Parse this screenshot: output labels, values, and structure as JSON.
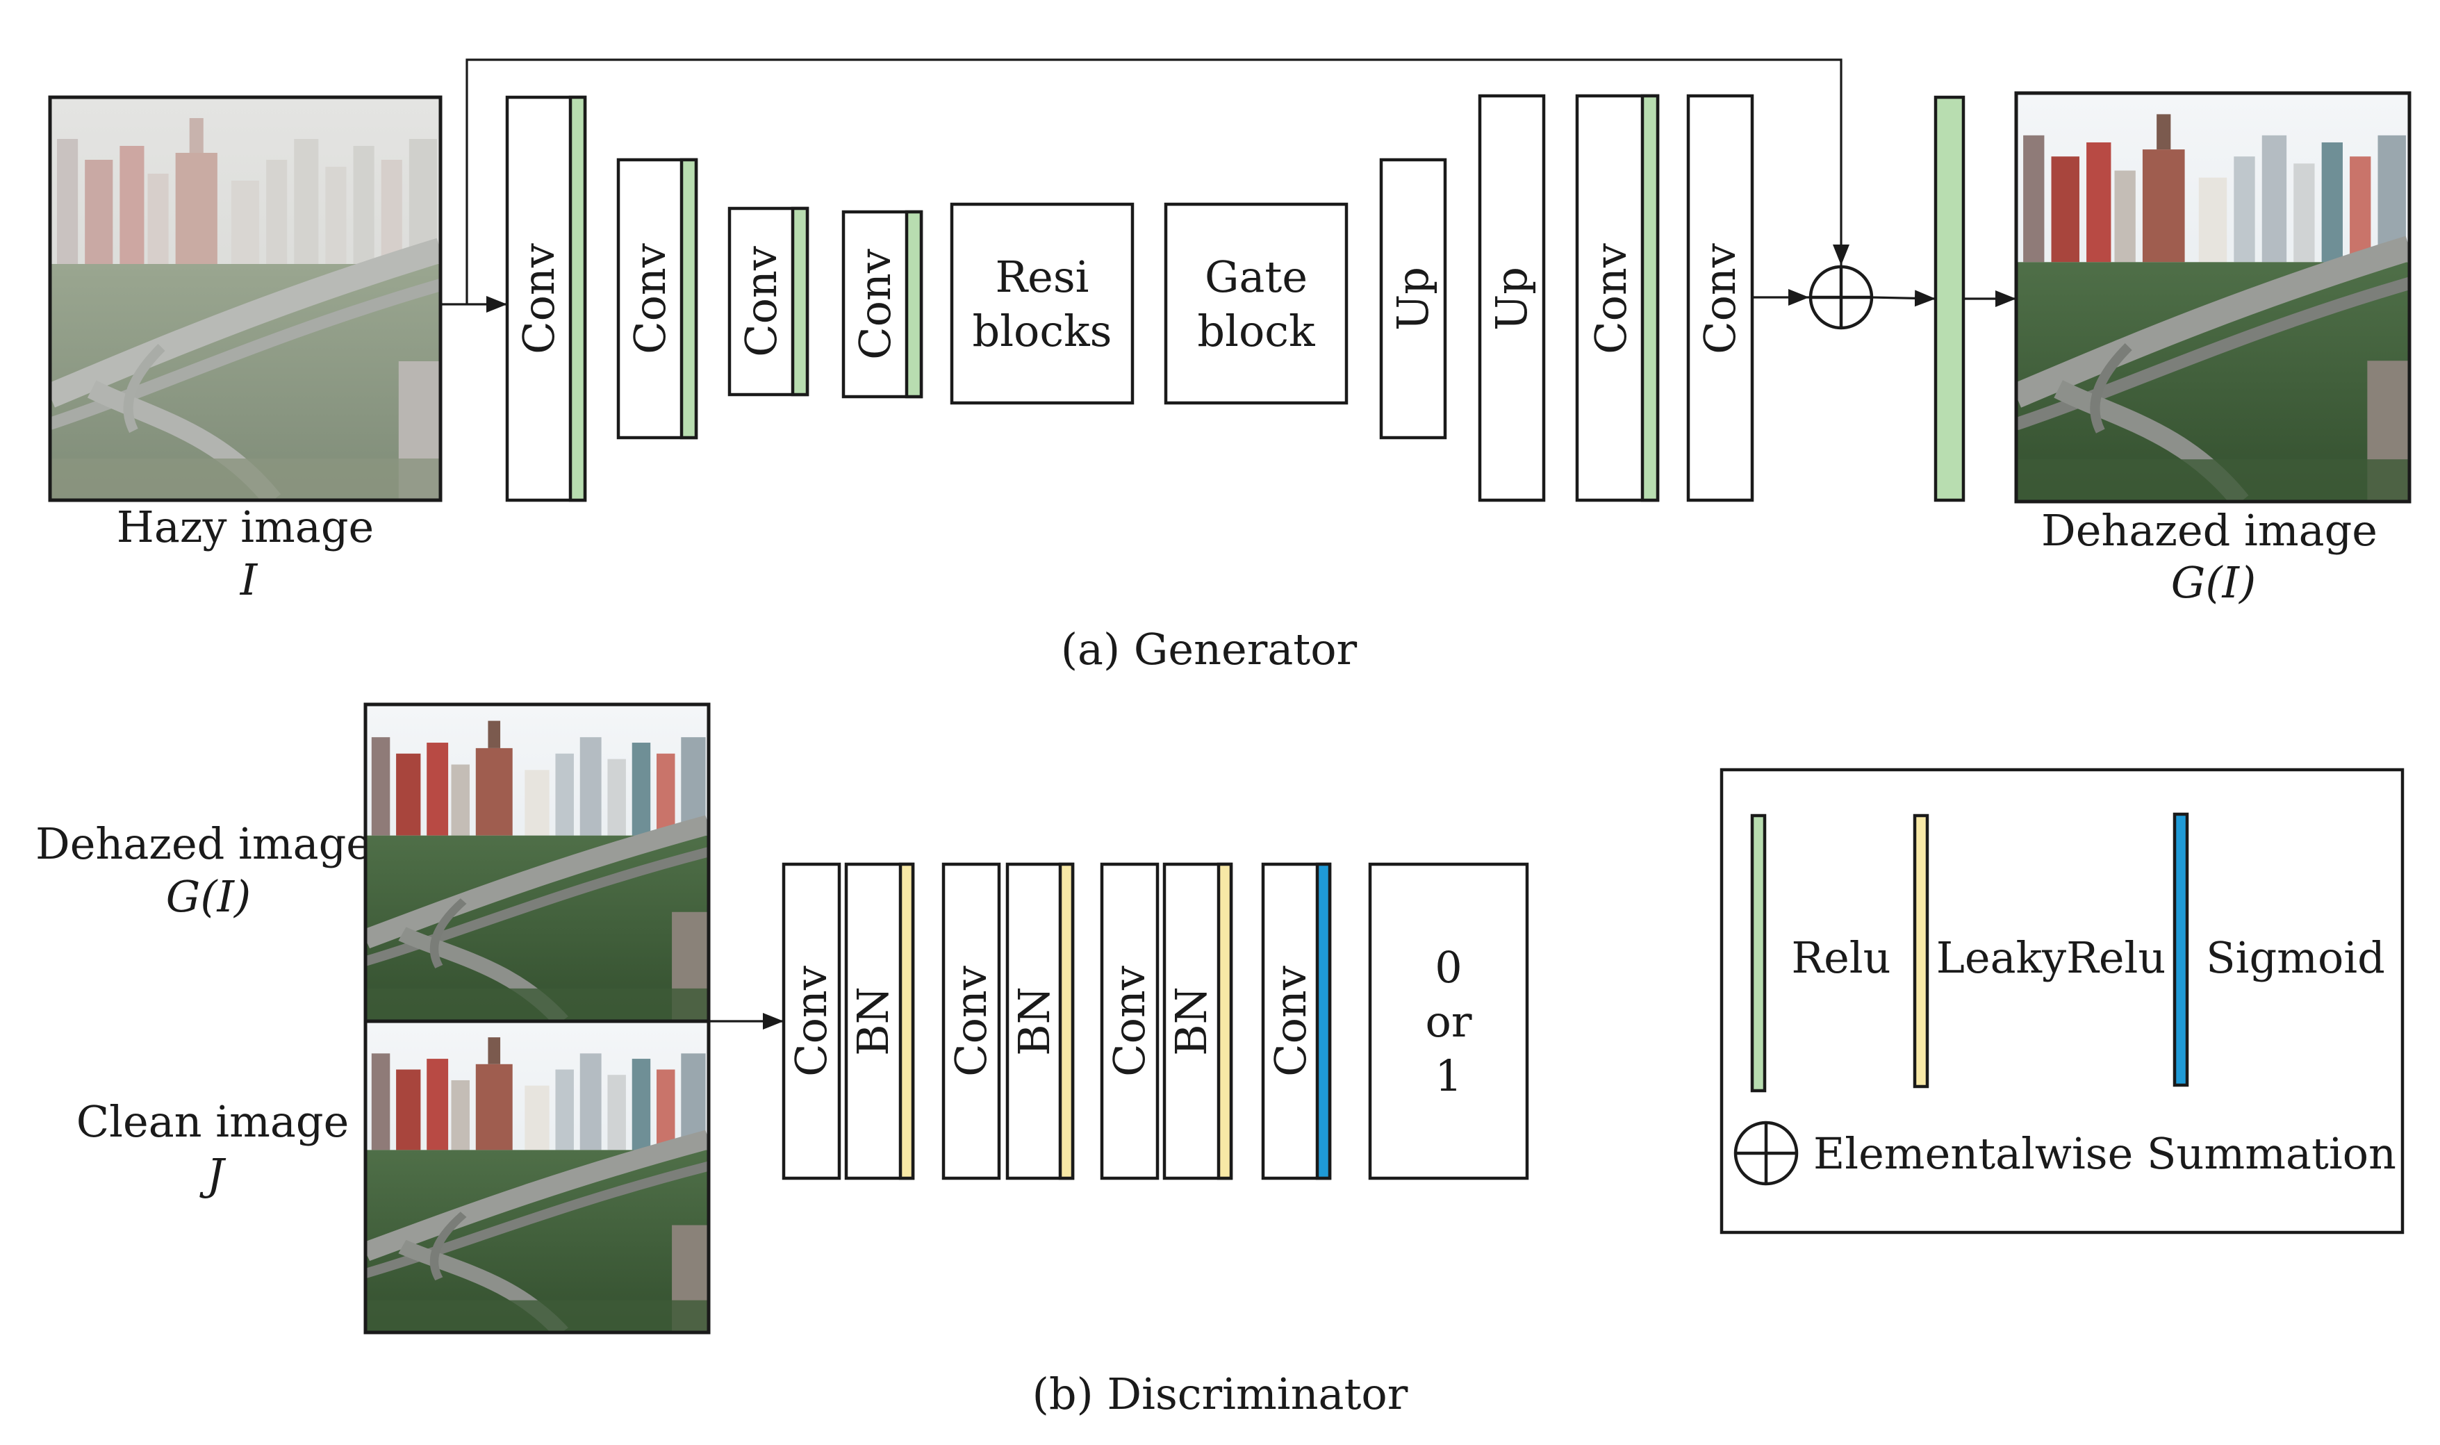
{
  "colors": {
    "relu": "#b8ddb0",
    "leakyrelu": "#f7e8a6",
    "sigmoid": "#1f9ad6",
    "stroke": "#1a1a1a"
  },
  "generator": {
    "caption": "(a) Generator",
    "input_label": "Hazy image",
    "input_symbol": "I",
    "output_label": "Dehazed image",
    "output_symbol": "G(I)",
    "blocks": [
      "Conv",
      "Conv",
      "Conv",
      "Conv",
      "Up",
      "Up",
      "Conv",
      "Conv"
    ],
    "resi_line1": "Resi",
    "resi_line2": "blocks",
    "gate_line1": "Gate",
    "gate_line2": "block"
  },
  "discriminator": {
    "caption": "(b) Discriminator",
    "input1_label": "Dehazed image",
    "input1_symbol": "G(I)",
    "input2_label": "Clean image",
    "input2_symbol": "J",
    "blocks": [
      "Conv",
      "BN",
      "Conv",
      "BN",
      "Conv",
      "BN",
      "Conv"
    ],
    "output_line1": "0",
    "output_line2": "or",
    "output_line3": "1"
  },
  "legend": {
    "relu": "Relu",
    "leakyrelu": "LeakyRelu",
    "sigmoid": "Sigmoid",
    "sum": "Elementalwise Summation"
  }
}
